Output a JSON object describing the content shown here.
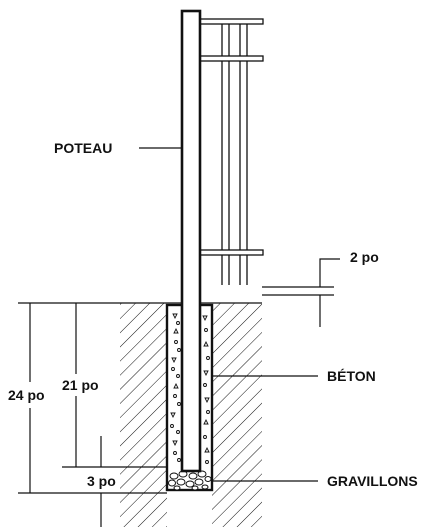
{
  "labels": {
    "post": "POTEAU",
    "gap": "2 po",
    "concrete": "BÉTON",
    "total_depth": "24 po",
    "concrete_depth": "21 po",
    "gravel_depth": "3 po",
    "gravel": "GRAVILLONS"
  },
  "colors": {
    "ink": "#111111",
    "background": "#ffffff"
  }
}
